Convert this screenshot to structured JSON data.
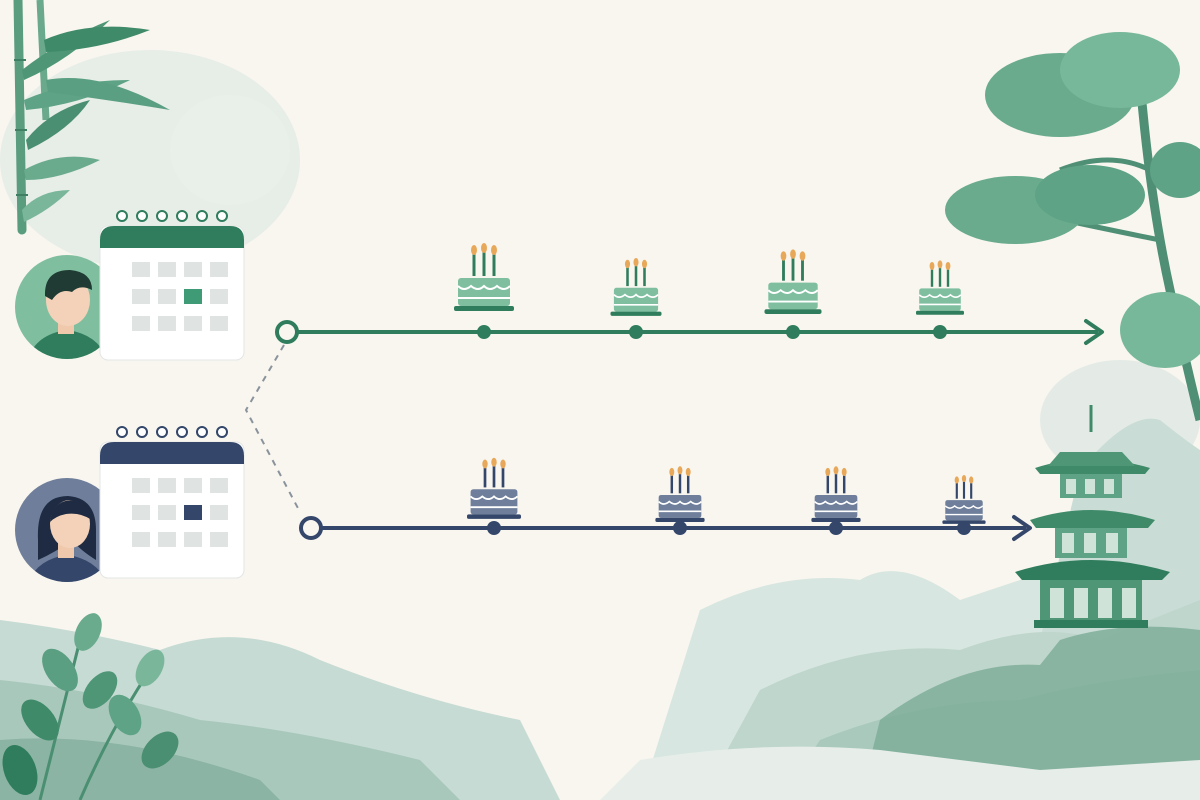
{
  "colors": {
    "background": "#f8f6ef",
    "accent_green": "#2f7d5c",
    "cake_green": "#7fbfa0",
    "accent_navy": "#34476b",
    "cake_navy": "#6f7f9b",
    "candle_flame": "#e8a85a",
    "mist": "#c9ddd6"
  },
  "icons": {
    "person1": "male-avatar-icon",
    "person2": "female-avatar-icon",
    "calendar": "calendar-icon",
    "cake": "birthday-cake-icon",
    "tree": "pine-tree",
    "pagoda": "pagoda",
    "bamboo": "bamboo",
    "mountains": "misty-mountains"
  },
  "timelines": [
    {
      "id": "green",
      "birthday_markers": 4
    },
    {
      "id": "navy",
      "birthday_markers": 4
    }
  ]
}
